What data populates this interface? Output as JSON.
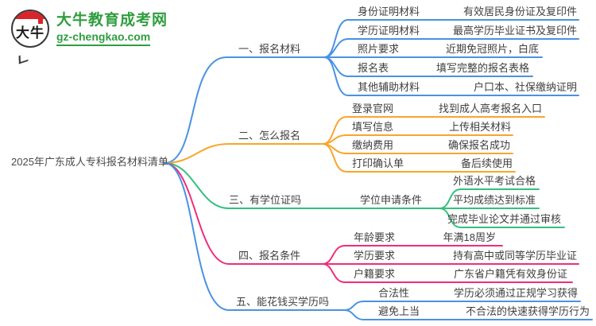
{
  "logo": {
    "icon_text": "大牛",
    "site_name": "大牛教育成考网",
    "site_url": "gz-chengkao.com"
  },
  "root": {
    "title": "2025年广东成人专科报名材料清单"
  },
  "colors": {
    "branch1": "#4a92e3",
    "branch2": "#f8a62a",
    "branch3": "#33c17e",
    "branch4": "#ee2e7b",
    "branch5": "#4a92e3",
    "logo_green": "#2f9e3f",
    "logo_red": "#d9252a",
    "text": "#3f3f3f"
  },
  "branches": [
    {
      "label": "一、报名材料",
      "children": [
        {
          "label": "身份证明材料",
          "value": "有效居民身份证及复印件"
        },
        {
          "label": "学历证明材料",
          "value": "最高学历毕业证书及复印件"
        },
        {
          "label": "照片要求",
          "value": "近期免冠照片，白底"
        },
        {
          "label": "报名表",
          "value": "填写完整的报名表格"
        },
        {
          "label": "其他辅助材料",
          "value": "户口本、社保缴纳证明"
        }
      ]
    },
    {
      "label": "二、怎么报名",
      "children": [
        {
          "label": "登录官网",
          "value": "找到成人高考报名入口"
        },
        {
          "label": "填写信息",
          "value": "上传相关材料"
        },
        {
          "label": "缴纳费用",
          "value": "确保报名成功"
        },
        {
          "label": "打印确认单",
          "value": "备后续使用"
        }
      ]
    },
    {
      "label": "三、有学位证吗",
      "sub_label": "学位申请条件",
      "children": [
        {
          "value": "外语水平考试合格"
        },
        {
          "value": "平均成绩达到标准"
        },
        {
          "value": "完成毕业论文并通过审核"
        }
      ]
    },
    {
      "label": "四、报名条件",
      "children": [
        {
          "label": "年龄要求",
          "value": "年满18周岁"
        },
        {
          "label": "学历要求",
          "value": "持有高中或同等学历毕业证"
        },
        {
          "label": "户籍要求",
          "value": "广东省户籍凭有效身份证"
        }
      ]
    },
    {
      "label": "五、能花钱买学历吗",
      "children": [
        {
          "label": "合法性",
          "value": "学历必须通过正规学习获得"
        },
        {
          "label": "避免上当",
          "value": "不合法的快速获得学历行为"
        }
      ]
    }
  ]
}
